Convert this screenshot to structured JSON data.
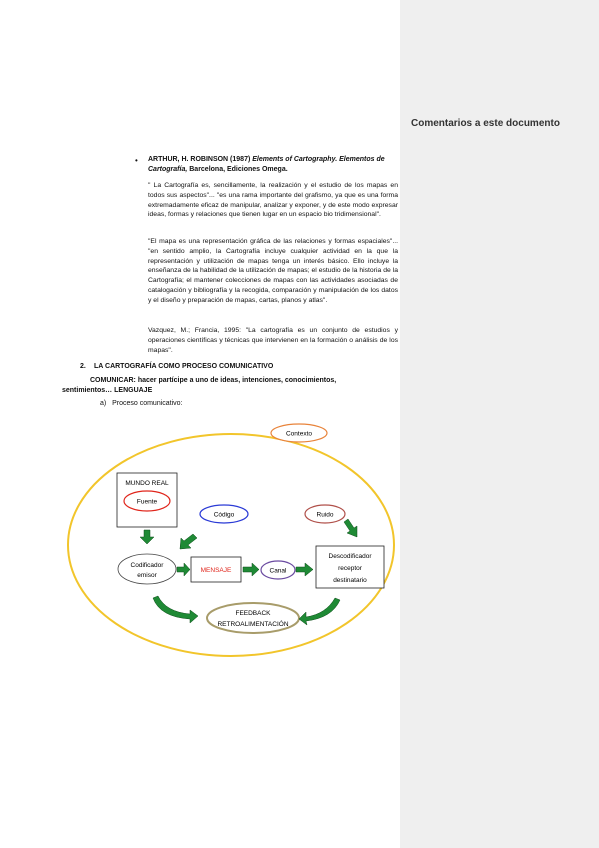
{
  "sidebar": {
    "title": "Comentarios a este documento"
  },
  "reference": {
    "bullet": "•",
    "title_bold": "ARTHUR, H. ROBINSON (1987) ",
    "title_italic": "Elements of Cartography. Elementos de Cartografía,",
    "title_tail": " Barcelona, Ediciones Omega."
  },
  "paragraphs": [
    "\" La Cartografía es, sencillamente, la realización y el estudio de los mapas en todos sus aspectos\"... \"es una rama importante del grafismo, ya que es una forma extremadamente eficaz de manipular, analizar y exponer, y de este modo expresar ideas, formas y relaciones que tienen lugar en un espacio bio tridimensional\".",
    "\"El mapa es una representación gráfica de las relaciones y formas espaciales\"... \"en sentido amplio, la Cartografía incluye cualquier actividad en la que la representación y utilización de mapas tenga un interés básico. Ello incluye la enseñanza de la habilidad de la utilización de mapas; el estudio de la historia de la Cartografía; el mantener colecciones de mapas con las actividades asociadas de catalogación y bibliografía y la recogida, comparación y manipulación de los datos y el diseño y preparación de mapas, cartas, planos y atlas\".",
    "Vazquez, M.; Francia, 1995: \"La cartografía es un conjunto de estudios y operaciones científicas y técnicas que intervienen en la formación o análisis de los mapas\"."
  ],
  "section": {
    "number": "2.",
    "title": "LA CARTOGRAFÍA COMO PROCESO COMUNICATIVO"
  },
  "comunicar": {
    "term": "COMUNICAR:",
    "definition": " hacer partícipe a uno de ideas, intenciones, conocimientos, sentimientos… LENGUAJE"
  },
  "item_a": {
    "marker": "a)",
    "label": "Proceso comunicativo:"
  },
  "diagram": {
    "mundo_real": "MUNDO REAL",
    "fuente": "Fuente",
    "contexto": "Contexto",
    "codigo": "Código",
    "ruido": "Ruido",
    "codificador_1": "Codificador",
    "codificador_2": "emisor",
    "mensaje": "MENSAJE",
    "canal": "Canal",
    "decodificador_1": "Descodificador",
    "decodificador_2": "receptor",
    "decodificador_3": "destinatario",
    "feedback_1": "FEEDBACK",
    "feedback_2": "RETROALIMENTACIÓN",
    "colors": {
      "outer_ellipse": "#f2c52b",
      "fuente": "#e0251b",
      "contexto": "#e8833a",
      "codigo": "#2b3bd6",
      "ruido": "#b0504a",
      "canal": "#6a4aa0",
      "feedback": "#a89c6a",
      "arrow": "#1f8a35",
      "mensaje_text": "#e0251b"
    }
  }
}
